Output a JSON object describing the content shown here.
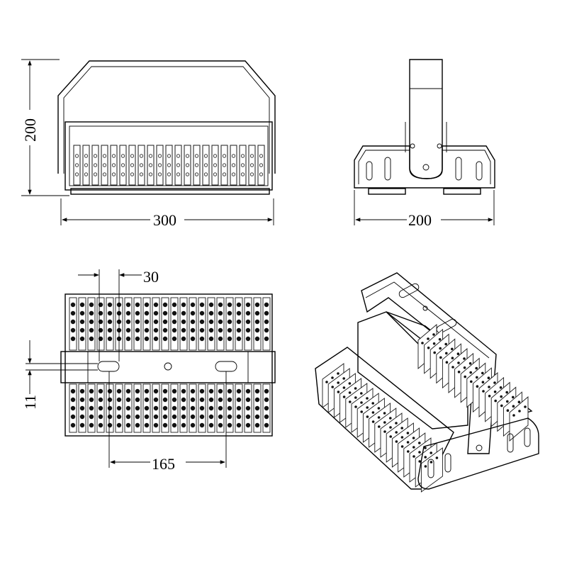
{
  "dimensions": {
    "front_height": "200",
    "front_width": "300",
    "side_width": "200",
    "top_spacing": "30",
    "top_bracket": "11",
    "top_hole_spacing": "165"
  },
  "colors": {
    "line": "#000000",
    "background": "#ffffff",
    "fin": "#1a1a1a"
  }
}
